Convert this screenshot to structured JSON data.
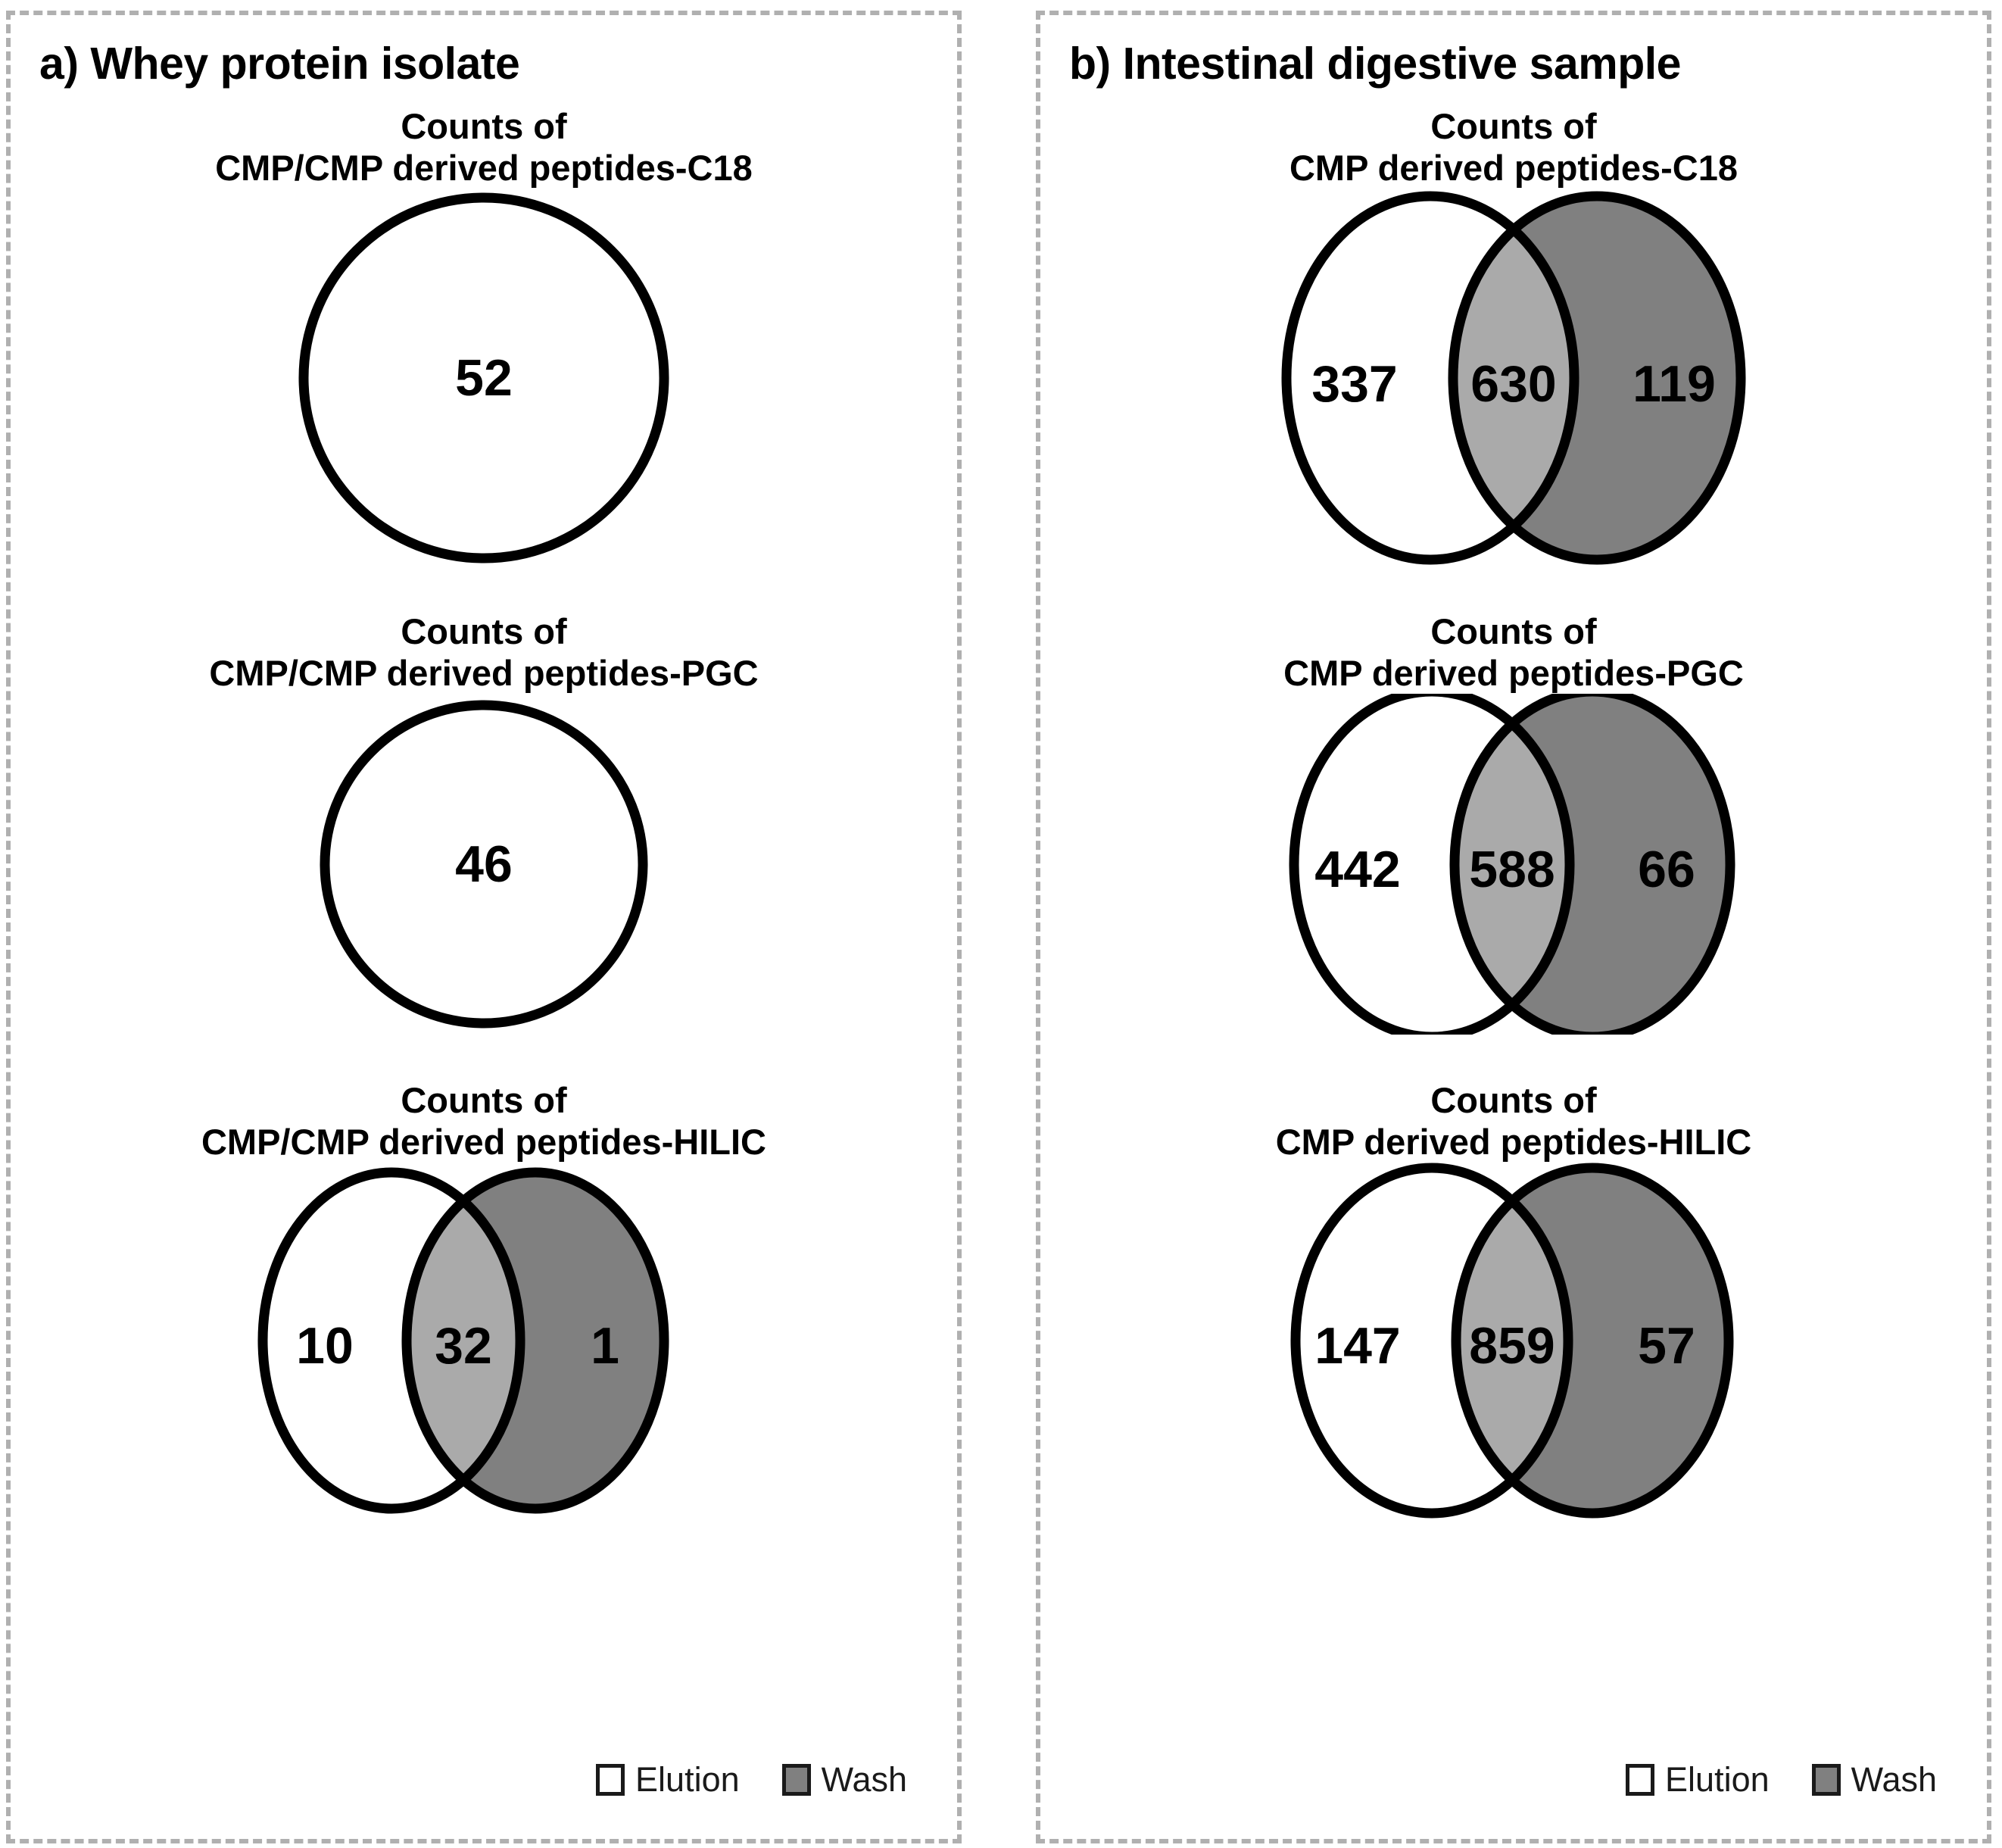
{
  "figure": {
    "background": "#ffffff",
    "panel_border_color": "#b0b0b0",
    "colors": {
      "elution_fill": "#ffffff",
      "wash_fill": "#808080",
      "overlap_fill": "#aaaaaa",
      "outline": "#000000"
    }
  },
  "legend": {
    "elution_label": "Elution",
    "wash_label": "Wash"
  },
  "panel_a": {
    "title": "a) Whey protein isolate",
    "venns": [
      {
        "title_line1": "Counts of",
        "title_line2": "CMP/CMP derived peptides-C18",
        "type": "single",
        "elution_only": "52"
      },
      {
        "title_line1": "Counts of",
        "title_line2": "CMP/CMP derived peptides-PGC",
        "type": "single",
        "elution_only": "46"
      },
      {
        "title_line1": "Counts of",
        "title_line2": "CMP/CMP derived peptides-HILIC",
        "type": "double",
        "elution_only": "10",
        "overlap": "32",
        "wash_only": "1"
      }
    ]
  },
  "panel_b": {
    "title": "b) Intestinal digestive sample",
    "venns": [
      {
        "title_line1": "Counts of",
        "title_line2": "CMP derived peptides-C18",
        "type": "double",
        "elution_only": "337",
        "overlap": "630",
        "wash_only": "119"
      },
      {
        "title_line1": "Counts of",
        "title_line2": "CMP derived peptides-PGC",
        "type": "double",
        "elution_only": "442",
        "overlap": "588",
        "wash_only": "66"
      },
      {
        "title_line1": "Counts of",
        "title_line2": "CMP derived peptides-HILIC",
        "type": "double",
        "elution_only": "147",
        "overlap": "859",
        "wash_only": "57"
      }
    ]
  },
  "chart_data": {
    "type": "venn",
    "title": "Counts of CMP / CMP derived peptides across SPE fractions and chromatography columns",
    "sets": [
      "Elution",
      "Wash"
    ],
    "panels": [
      {
        "panel": "a",
        "label": "a) Whey protein isolate",
        "diagrams": [
          {
            "column": "C18",
            "caption": "Counts of CMP/CMP derived peptides-C18",
            "Elution_only": 52,
            "Overlap": 0,
            "Wash_only": 0
          },
          {
            "column": "PGC",
            "caption": "Counts of CMP/CMP derived peptides-PGC",
            "Elution_only": 46,
            "Overlap": 0,
            "Wash_only": 0
          },
          {
            "column": "HILIC",
            "caption": "Counts of CMP/CMP derived peptides-HILIC",
            "Elution_only": 10,
            "Overlap": 32,
            "Wash_only": 1
          }
        ]
      },
      {
        "panel": "b",
        "label": "b) Intestinal digestive sample",
        "diagrams": [
          {
            "column": "C18",
            "caption": "Counts of CMP derived peptides-C18",
            "Elution_only": 337,
            "Overlap": 630,
            "Wash_only": 119
          },
          {
            "column": "PGC",
            "caption": "Counts of CMP derived peptides-PGC",
            "Elution_only": 442,
            "Overlap": 588,
            "Wash_only": 66
          },
          {
            "column": "HILIC",
            "caption": "Counts of CMP derived peptides-HILIC",
            "Elution_only": 147,
            "Overlap": 859,
            "Wash_only": 57
          }
        ]
      }
    ],
    "legend": [
      "Elution",
      "Wash"
    ],
    "legend_position": "bottom-right"
  }
}
